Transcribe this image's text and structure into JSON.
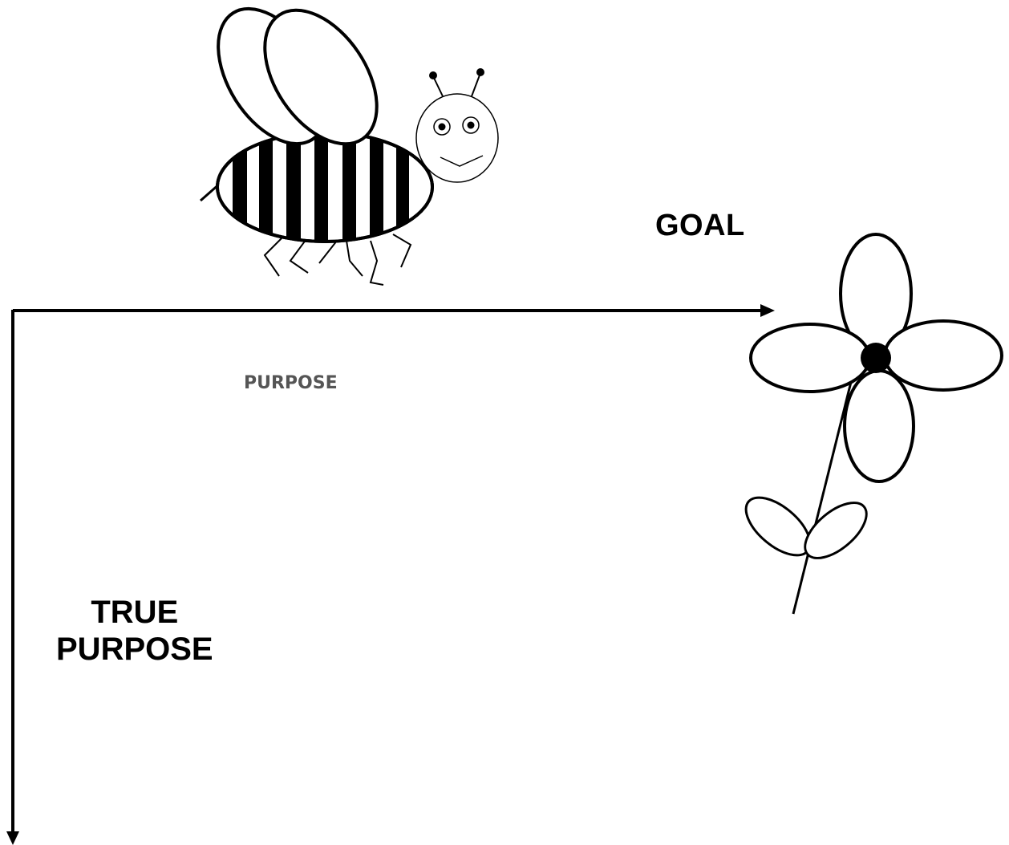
{
  "labels": {
    "goal": "GOAL",
    "purpose": "PURPOSE",
    "true_purpose_line1": "TRUE",
    "true_purpose_line2": "PURPOSE"
  },
  "colors": {
    "ink": "#000000",
    "background": "#ffffff",
    "purpose_text": "#555555"
  },
  "figures": {
    "bee": "bee-illustration",
    "flower": "flower-illustration"
  }
}
